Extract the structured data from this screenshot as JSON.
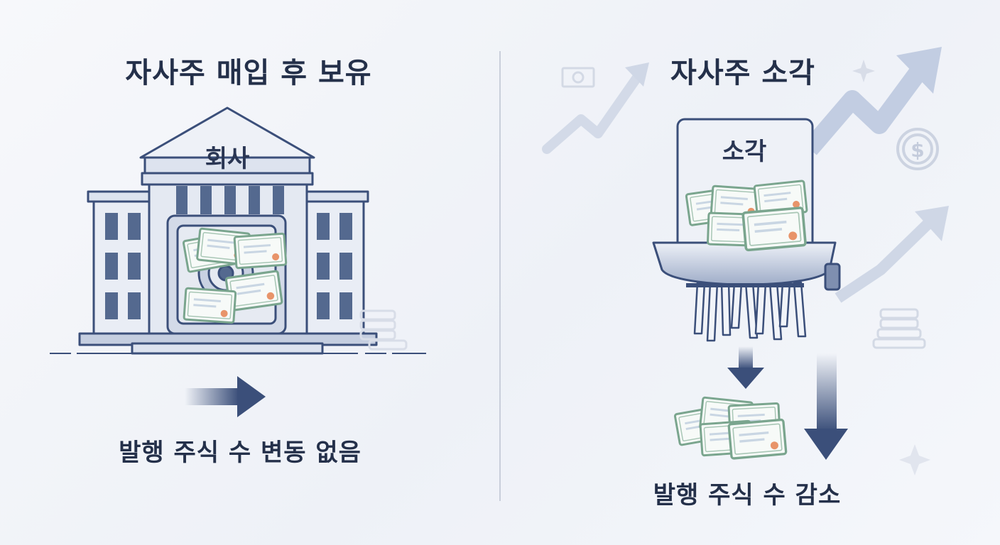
{
  "left_panel": {
    "title": "자사주 매입 후 보유",
    "building_sign": "회사",
    "caption": "발행 주식 수 변동 없음"
  },
  "right_panel": {
    "title": "자사주 소각",
    "shredder_sign": "소각",
    "caption": "발행 주식 수 감소"
  },
  "colors": {
    "text": "#24304a",
    "navy": "#3b4f7a",
    "stone_light": "#dde3ef",
    "stone_mid": "#b9c4da",
    "certificate_border": "#7aa58e",
    "seal": "#e8946a"
  },
  "icons": [
    "bank-building-icon",
    "vault-icon",
    "stock-certificate-icon",
    "shredder-icon",
    "arrow-right-icon",
    "arrow-down-icon",
    "trend-up-arrow-icon",
    "dollar-coin-icon",
    "banknote-icon",
    "coin-stack-icon",
    "sparkle-icon"
  ]
}
